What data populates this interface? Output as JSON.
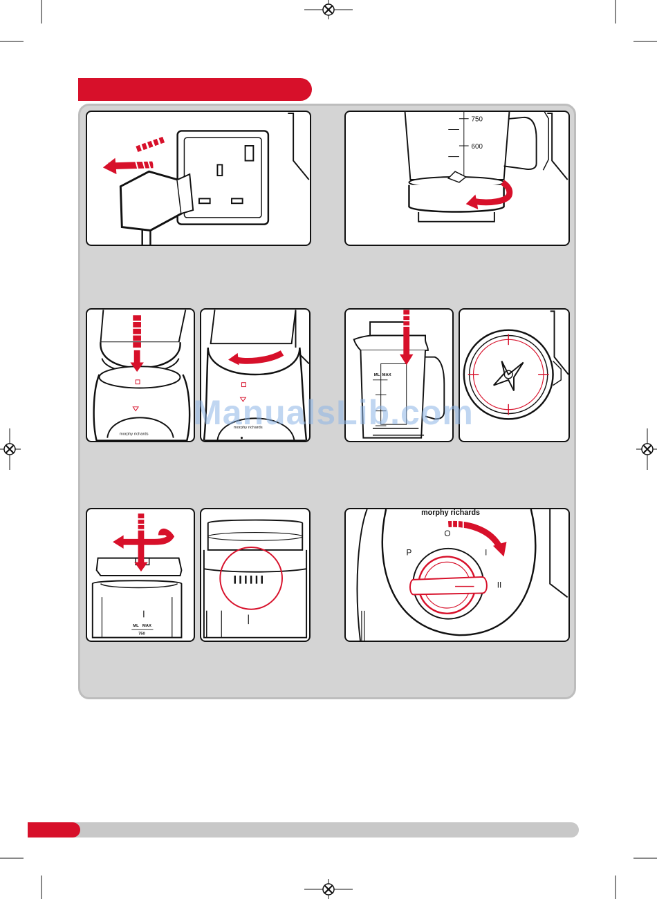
{
  "watermark": {
    "text": "ManualsLib.com"
  },
  "figures": {
    "jar_scale": {
      "mark_750": "750",
      "mark_600": "600"
    },
    "lid_scale": {
      "ml_label": "ML",
      "max_label": "MAX",
      "max_value": "750"
    },
    "brand": {
      "name": "morphy richards"
    },
    "dial": {
      "pos_off": "O",
      "pos_pulse": "P",
      "pos_1": "I",
      "pos_2": "II"
    },
    "jar_small_scale": {
      "ml_label": "ML",
      "max_label": "MAX"
    }
  },
  "colors": {
    "accent": "#d7102a",
    "panel": "#d4d4d4",
    "footer": "#c8c8c8",
    "watermark": "#8cb4e6"
  }
}
